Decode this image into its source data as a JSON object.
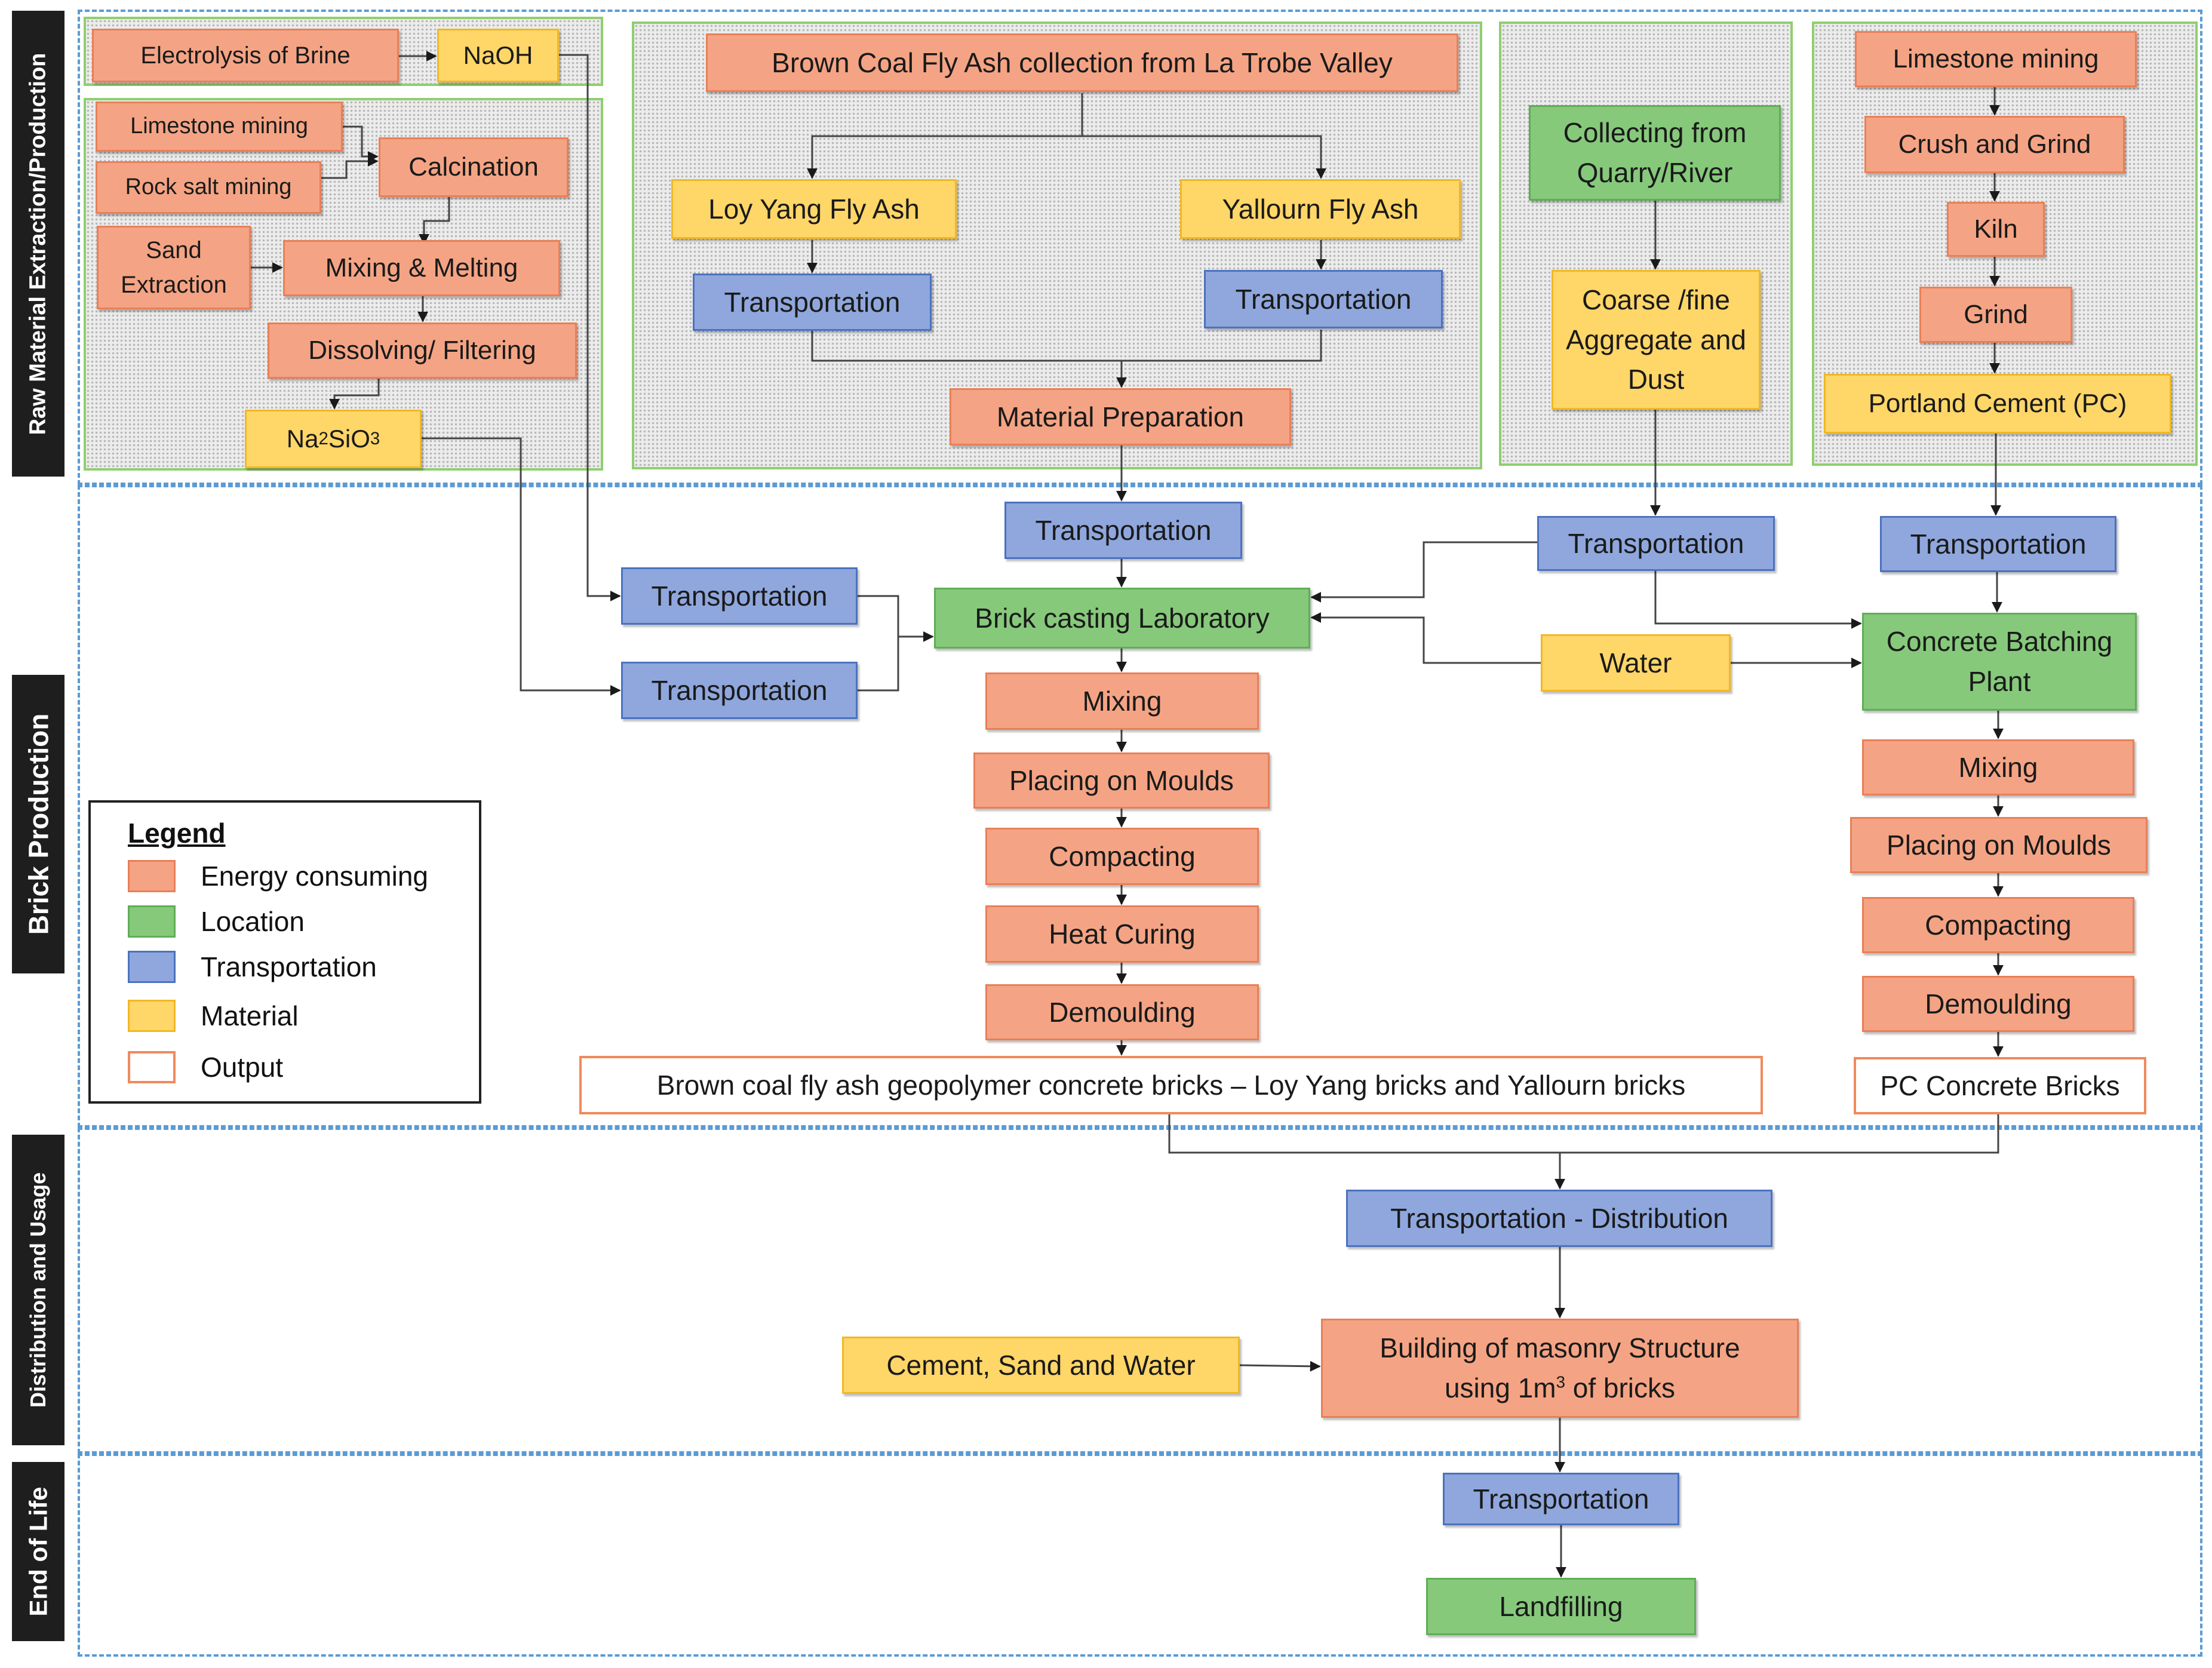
{
  "colors": {
    "energy": "#f4a484",
    "location": "#86c97b",
    "transportation": "#8fa7dd",
    "material": "#ffd668",
    "output": "#ffffff",
    "stage_border": "#5b9bd5",
    "group_border": "#8fcf6f"
  },
  "stages": {
    "raw": "Raw Material Extraction/Production",
    "brick": "Brick Production",
    "distribution": "Distribution and Usage",
    "eol": "End of Life"
  },
  "legend": {
    "title": "Legend",
    "energy": "Energy consuming",
    "location": "Location",
    "transportation": "Transportation",
    "material": "Material",
    "output": "Output"
  },
  "nodes": {
    "electrolysis": "Electrolysis of Brine",
    "naoh": "NaOH",
    "limestone_mining_a": "Limestone mining",
    "rock_salt": "Rock salt mining",
    "calcination": "Calcination",
    "sand_extraction": "Sand Extraction",
    "mixing_melting": "Mixing & Melting",
    "dissolving": "Dissolving/ Filtering",
    "silicate_base": "Na",
    "silicate_sub1": "2",
    "silicate_mid": "SiO",
    "silicate_sub2": "3",
    "brown_coal": "Brown Coal Fly Ash collection from La Trobe Valley",
    "loy_yang_ash": "Loy Yang Fly Ash",
    "yallourn_ash": "Yallourn Fly Ash",
    "transport_loy": "Transportation",
    "transport_yal": "Transportation",
    "material_prep": "Material Preparation",
    "quarry": "Collecting from Quarry/River",
    "aggregate": "Coarse /fine Aggregate and Dust",
    "limestone_mining_b": "Limestone mining",
    "crush_grind": "Crush and Grind",
    "kiln": "Kiln",
    "grind": "Grind",
    "portland": "Portland Cement (PC)",
    "transport_prep": "Transportation",
    "transport_naoh": "Transportation",
    "transport_silicate": "Transportation",
    "brick_lab": "Brick casting Laboratory",
    "transport_agg": "Transportation",
    "transport_pc": "Transportation",
    "water": "Water",
    "batching": "Concrete Batching Plant",
    "gp_mixing": "Mixing",
    "gp_placing": "Placing on Moulds",
    "gp_compacting": "Compacting",
    "gp_curing": "Heat  Curing",
    "gp_demoulding": "Demoulding",
    "gp_bricks": "Brown coal fly ash geopolymer concrete bricks – Loy Yang bricks and Yallourn bricks",
    "pc_mixing": "Mixing",
    "pc_placing": "Placing on Moulds",
    "pc_compacting": "Compacting",
    "pc_demoulding": "Demoulding",
    "pc_bricks": "PC Concrete Bricks",
    "distribution": "Transportation - Distribution",
    "cement_sand_water": "Cement, Sand and Water",
    "building_1": "Building of masonry Structure",
    "building_2a": "using 1m",
    "building_sup": "3",
    "building_2b": " of bricks",
    "transport_eol": "Transportation",
    "landfilling": "Landfilling"
  }
}
